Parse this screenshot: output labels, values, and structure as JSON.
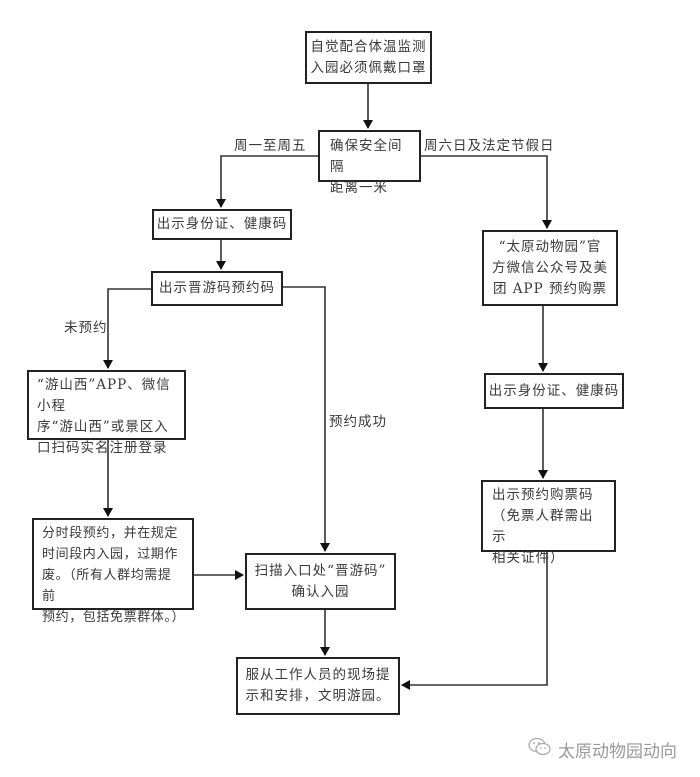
{
  "diagram": {
    "nodes": {
      "start": [
        "自觉配合体温监测",
        "入园必须佩戴口罩"
      ],
      "distance": [
        "确保安全间隔",
        "距离一米"
      ],
      "weekday_id": [
        "出示身份证、健康码"
      ],
      "jinyou_code": [
        "出示晋游码预约码"
      ],
      "register": [
        "“游山西”APP、微信小程",
        "序“游山西”或景区入",
        "口扫码实名注册登录"
      ],
      "timeslot": [
        "分时段预约，并在规定",
        "时间段内入园，过期作",
        "废。（所有人群均需提前",
        "预约，包括免票群体。）"
      ],
      "scan": [
        "扫描入口处“晋游码”",
        "确认入园"
      ],
      "weekend_booking": [
        "“太原动物园”官",
        "方微信公众号及美",
        "团 APP 预约购票"
      ],
      "weekend_id": [
        "出示身份证、健康码"
      ],
      "ticket_code": [
        "出示预约购票码",
        "（免票人群需出示",
        "相关证件）"
      ],
      "final": [
        "服从工作人员的现场提",
        "示和安排，文明游园。"
      ]
    },
    "edge_labels": {
      "weekday": "周一至周五",
      "weekend": "周六日及法定节假日",
      "not_booked": "未预约",
      "booked": "预约成功"
    },
    "edges": [
      {
        "from": "start",
        "to": "distance"
      },
      {
        "from": "distance",
        "to": "weekday_id",
        "label": "weekday"
      },
      {
        "from": "distance",
        "to": "weekend_booking",
        "label": "weekend"
      },
      {
        "from": "weekday_id",
        "to": "jinyou_code"
      },
      {
        "from": "jinyou_code",
        "to": "register",
        "label": "not_booked"
      },
      {
        "from": "jinyou_code",
        "to": "scan",
        "label": "booked"
      },
      {
        "from": "register",
        "to": "timeslot"
      },
      {
        "from": "timeslot",
        "to": "scan"
      },
      {
        "from": "scan",
        "to": "final"
      },
      {
        "from": "weekend_booking",
        "to": "weekend_id"
      },
      {
        "from": "weekend_id",
        "to": "ticket_code"
      },
      {
        "from": "ticket_code",
        "to": "final"
      }
    ]
  },
  "watermark": {
    "icon": "wechat-icon",
    "text": "太原动物园动向"
  }
}
